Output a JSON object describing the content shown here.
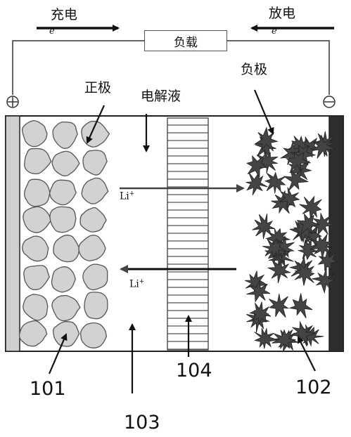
{
  "labels": {
    "charge": "充电",
    "discharge": "放电",
    "electron_left": "e",
    "electron_right": "e",
    "load": "负载",
    "positive_electrode": "正极",
    "negative_electrode": "负极",
    "electrolyte": "电解液",
    "li_ion_top": "Li",
    "li_ion_top_sup": "+",
    "li_ion_bottom": "Li",
    "li_ion_bottom_sup": "+"
  },
  "terminals": {
    "positive_symbol": "+",
    "negative_symbol": "−"
  },
  "reference_numerals": {
    "positive": "101",
    "negative": "102",
    "electrolyte": "103",
    "separator": "104"
  },
  "colors": {
    "particle_fill": "#d2d2d2",
    "particle_stroke": "#555555",
    "anode_fill": "#444444",
    "separator_stroke": "#555555",
    "wire": "#666666",
    "arrow": "#111111"
  }
}
